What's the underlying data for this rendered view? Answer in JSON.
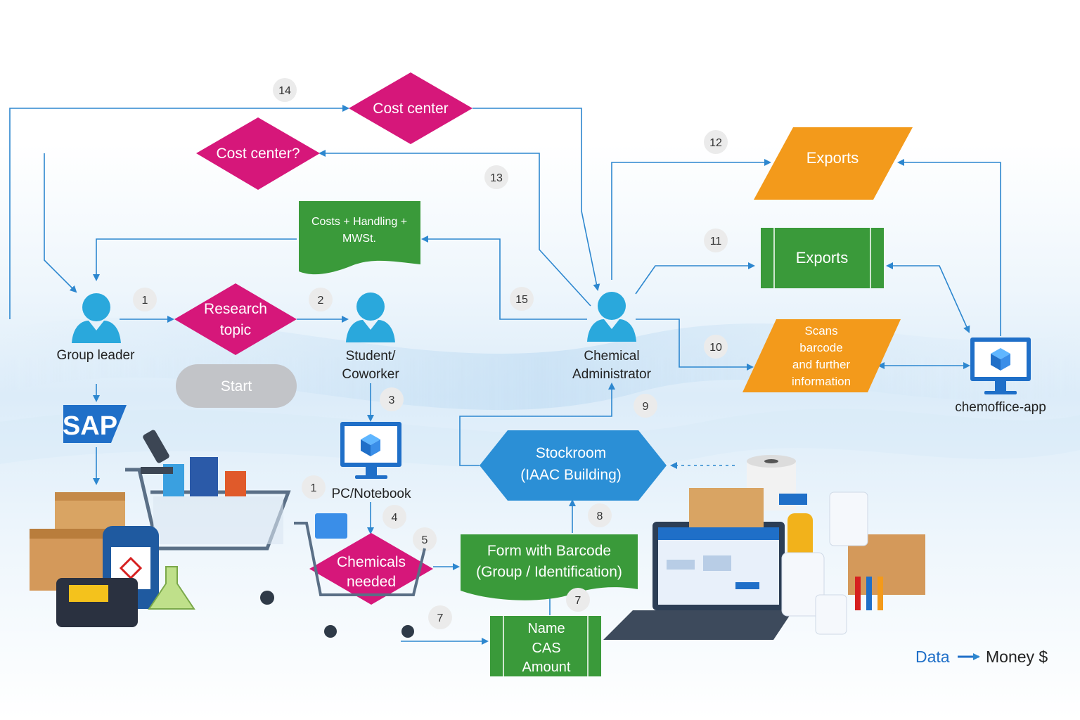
{
  "colors": {
    "magenta": "#d6177a",
    "green": "#3a9a3a",
    "orange": "#f39a1b",
    "blue": "#2b8fd6",
    "grey": "#c2c4c8",
    "arrow": "#2d87cf",
    "person": "#2aa8dc"
  },
  "nodes": {
    "cost_center": "Cost center",
    "cost_center_q": "Cost center?",
    "costs_doc": [
      "Costs + Handling +",
      "MWSt."
    ],
    "research_topic": [
      "Research",
      "topic"
    ],
    "start": "Start",
    "chemicals_needed": [
      "Chemicals",
      "needed"
    ],
    "form_barcode": [
      "Form with Barcode",
      "(Group / Identification)"
    ],
    "name_cas_amount": [
      "Name",
      "CAS",
      "Amount"
    ],
    "stockroom": [
      "Stockroom",
      "(IAAC Building)"
    ],
    "exports_top": "Exports",
    "exports_mid": "Exports",
    "scans": [
      "Scans",
      "barcode",
      "and further",
      "information"
    ]
  },
  "actors": {
    "group_leader": "Group leader",
    "student": [
      "Student/",
      "Coworker"
    ],
    "chem_admin": [
      "Chemical",
      "Administrator"
    ],
    "pc_notebook": "PC/Notebook",
    "chemoffice": "chemoffice-app",
    "sap": "SAP"
  },
  "steps": {
    "s1a": "1",
    "s1b": "1",
    "s2": "2",
    "s3": "3",
    "s4": "4",
    "s5": "5",
    "s7a": "7",
    "s7b": "7",
    "s8": "8",
    "s9": "9",
    "s10": "10",
    "s11": "11",
    "s12": "12",
    "s13": "13",
    "s14": "14",
    "s15": "15"
  },
  "legend": {
    "data": "Data",
    "money": "Money $"
  },
  "icons": [
    "person-icon",
    "monitor-icon",
    "cube-icon",
    "arrow-icon",
    "shopping-cart-icon",
    "laptop-icon",
    "boxes-icon",
    "bottles-icon",
    "microscope-icon",
    "toilet-paper-icon",
    "spray-bottle-icon",
    "flask-icon"
  ]
}
